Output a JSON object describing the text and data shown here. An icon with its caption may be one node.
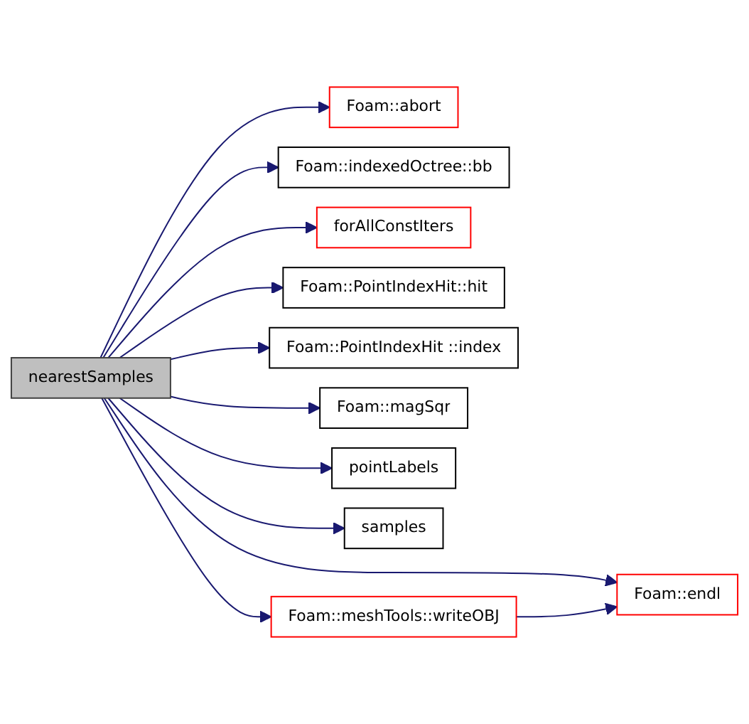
{
  "diagram": {
    "nodes": [
      {
        "text": [
          "nearestSamples"
        ]
      },
      {
        "text": [
          "Foam::abort"
        ]
      },
      {
        "text": [
          "Foam::indexedOctree::bb"
        ]
      },
      {
        "text": [
          "forAllConstIters"
        ]
      },
      {
        "text": [
          "Foam::PointIndexHit::hit"
        ]
      },
      {
        "text": [
          "Foam::PointIndexHit ::index"
        ]
      },
      {
        "text": [
          "Foam::magSqr"
        ]
      },
      {
        "text": [
          "pointLabels"
        ]
      },
      {
        "text": [
          "samples"
        ]
      },
      {
        "text": [
          "Foam::meshTools::writeOBJ"
        ]
      },
      {
        "text": [
          "Foam::endl"
        ]
      }
    ],
    "edges": [
      {
        "from": 0,
        "to": 1,
        "arrow": "to"
      },
      {
        "from": 0,
        "to": 2,
        "arrow": "to"
      },
      {
        "from": 0,
        "to": 10,
        "arrow": "to"
      },
      {
        "from": 0,
        "to": 3,
        "arrow": "to"
      },
      {
        "from": 0,
        "to": 4,
        "arrow": "to"
      },
      {
        "from": 0,
        "to": 5,
        "arrow": "to"
      },
      {
        "from": 0,
        "to": 6,
        "arrow": "to"
      },
      {
        "from": 0,
        "to": 7,
        "arrow": "to"
      },
      {
        "from": 0,
        "to": 8,
        "arrow": "to"
      },
      {
        "from": 0,
        "to": 9,
        "arrow": "to"
      },
      {
        "from": 9,
        "to": 10,
        "arrow": "to"
      }
    ]
  }
}
